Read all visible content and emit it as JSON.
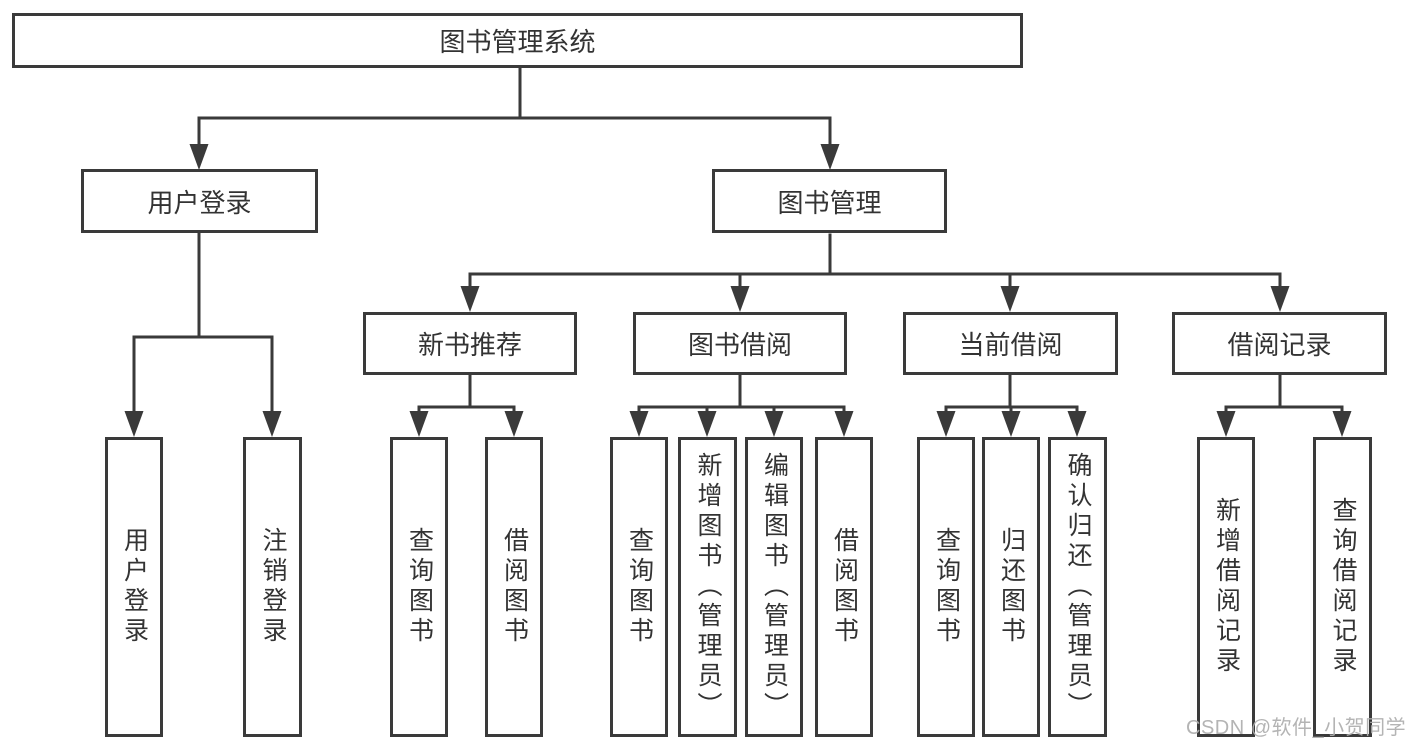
{
  "diagram": {
    "title": "图书管理系统",
    "root": {
      "label": "图书管理系统"
    },
    "level2": [
      {
        "label": "用户登录"
      },
      {
        "label": "图书管理"
      }
    ],
    "level3": [
      {
        "label": "新书推荐"
      },
      {
        "label": "图书借阅"
      },
      {
        "label": "当前借阅"
      },
      {
        "label": "借阅记录"
      }
    ],
    "leaves": {
      "user_login": [
        {
          "label": "用户登录"
        },
        {
          "label": "注销登录"
        }
      ],
      "new_book_recommend": [
        {
          "label": "查询图书"
        },
        {
          "label": "借阅图书"
        }
      ],
      "book_borrow": [
        {
          "label": "查询图书"
        },
        {
          "label": "新增图书（管理员）"
        },
        {
          "label": "编辑图书（管理员）"
        },
        {
          "label": "借阅图书"
        }
      ],
      "current_borrow": [
        {
          "label": "查询图书"
        },
        {
          "label": "归还图书"
        },
        {
          "label": "确认归还（管理员）"
        }
      ],
      "borrow_record": [
        {
          "label": "新增借阅记录"
        },
        {
          "label": "查询借阅记录"
        }
      ]
    }
  },
  "watermark": {
    "text": "CSDN @软件_小贺同学"
  },
  "colors": {
    "background": "#ffffff",
    "line": "#3a3a3a",
    "box_border": "#3a3a3a",
    "box_fill": "#ffffff",
    "text": "#333333",
    "watermark": "#aeaeae"
  }
}
